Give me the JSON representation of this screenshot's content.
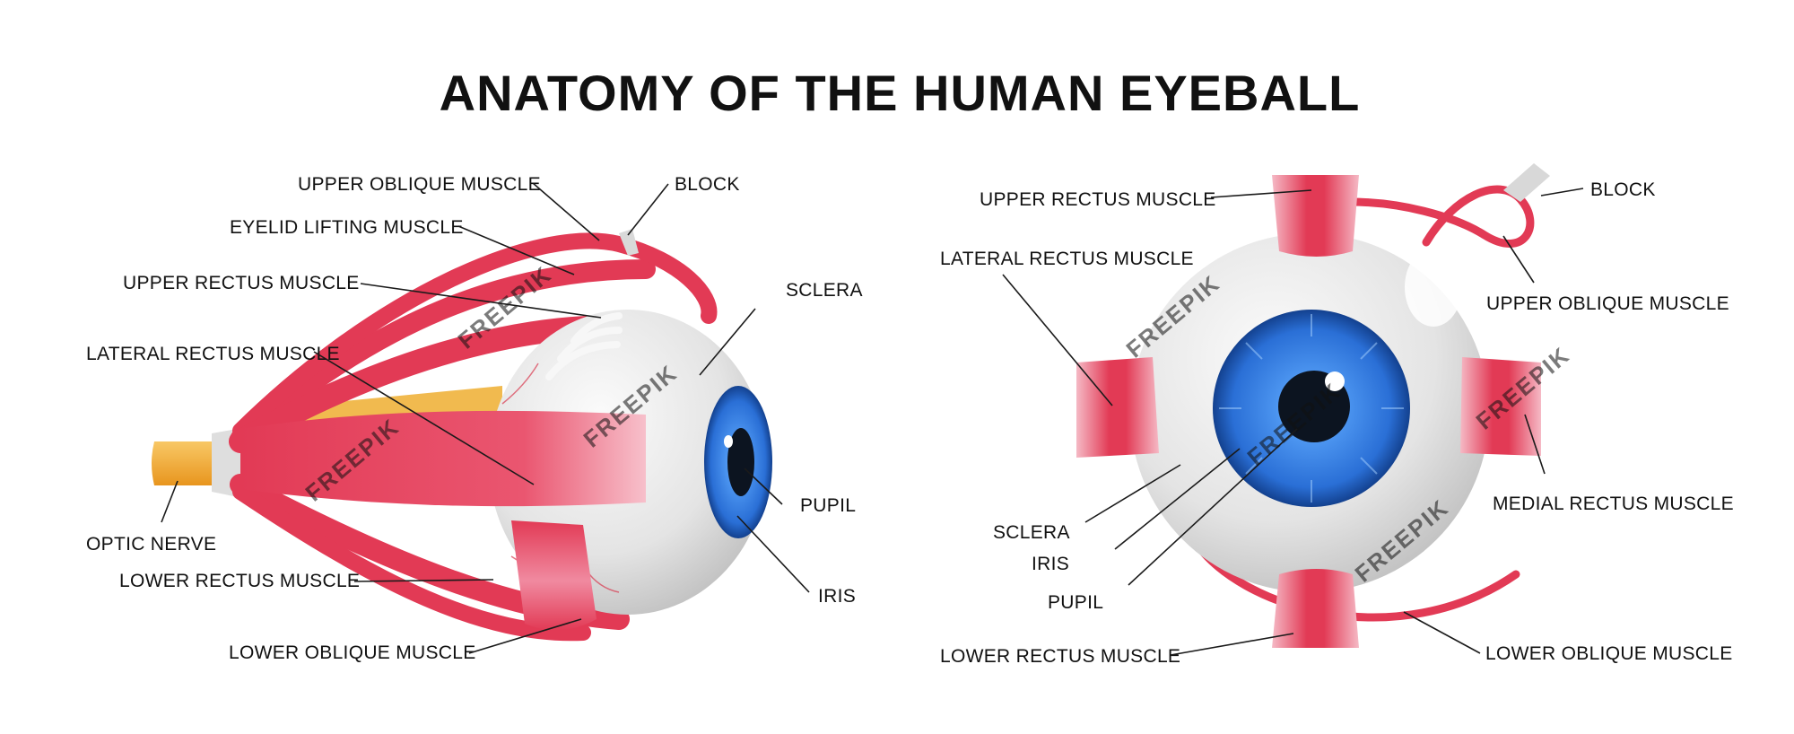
{
  "title": "ANATOMY OF THE HUMAN EYEBALL",
  "colors": {
    "muscle": "#e23a55",
    "muscle_light": "#f5a2b2",
    "sclera": "#e9e9e9",
    "iris": "#2a6fd6",
    "pupil": "#0c1420",
    "optic_nerve": "#f2aa33"
  },
  "watermark": "FREEPIK",
  "side_view": {
    "labels": {
      "upper_oblique_muscle": "UPPER OBLIQUE MUSCLE",
      "block": "BLOCK",
      "eyelid_lifting_muscle": "EYELID LIFTING MUSCLE",
      "upper_rectus_muscle": "UPPER RECTUS MUSCLE",
      "sclera": "SCLERA",
      "lateral_rectus_muscle": "LATERAL RECTUS MUSCLE",
      "pupil": "PUPIL",
      "optic_nerve": "OPTIC NERVE",
      "iris": "IRIS",
      "lower_rectus_muscle": "LOWER RECTUS MUSCLE",
      "lower_oblique_muscle": "LOWER OBLIQUE MUSCLE"
    }
  },
  "front_view": {
    "labels": {
      "upper_rectus_muscle": "UPPER RECTUS MUSCLE",
      "block": "BLOCK",
      "lateral_rectus_muscle": "LATERAL RECTUS MUSCLE",
      "upper_oblique_muscle": "UPPER OBLIQUE MUSCLE",
      "medial_rectus_muscle": "MEDIAL RECTUS MUSCLE",
      "sclera": "SCLERA",
      "iris": "IRIS",
      "pupil": "PUPIL",
      "lower_rectus_muscle": "LOWER RECTUS MUSCLE",
      "lower_oblique_muscle": "LOWER OBLIQUE MUSCLE"
    }
  }
}
